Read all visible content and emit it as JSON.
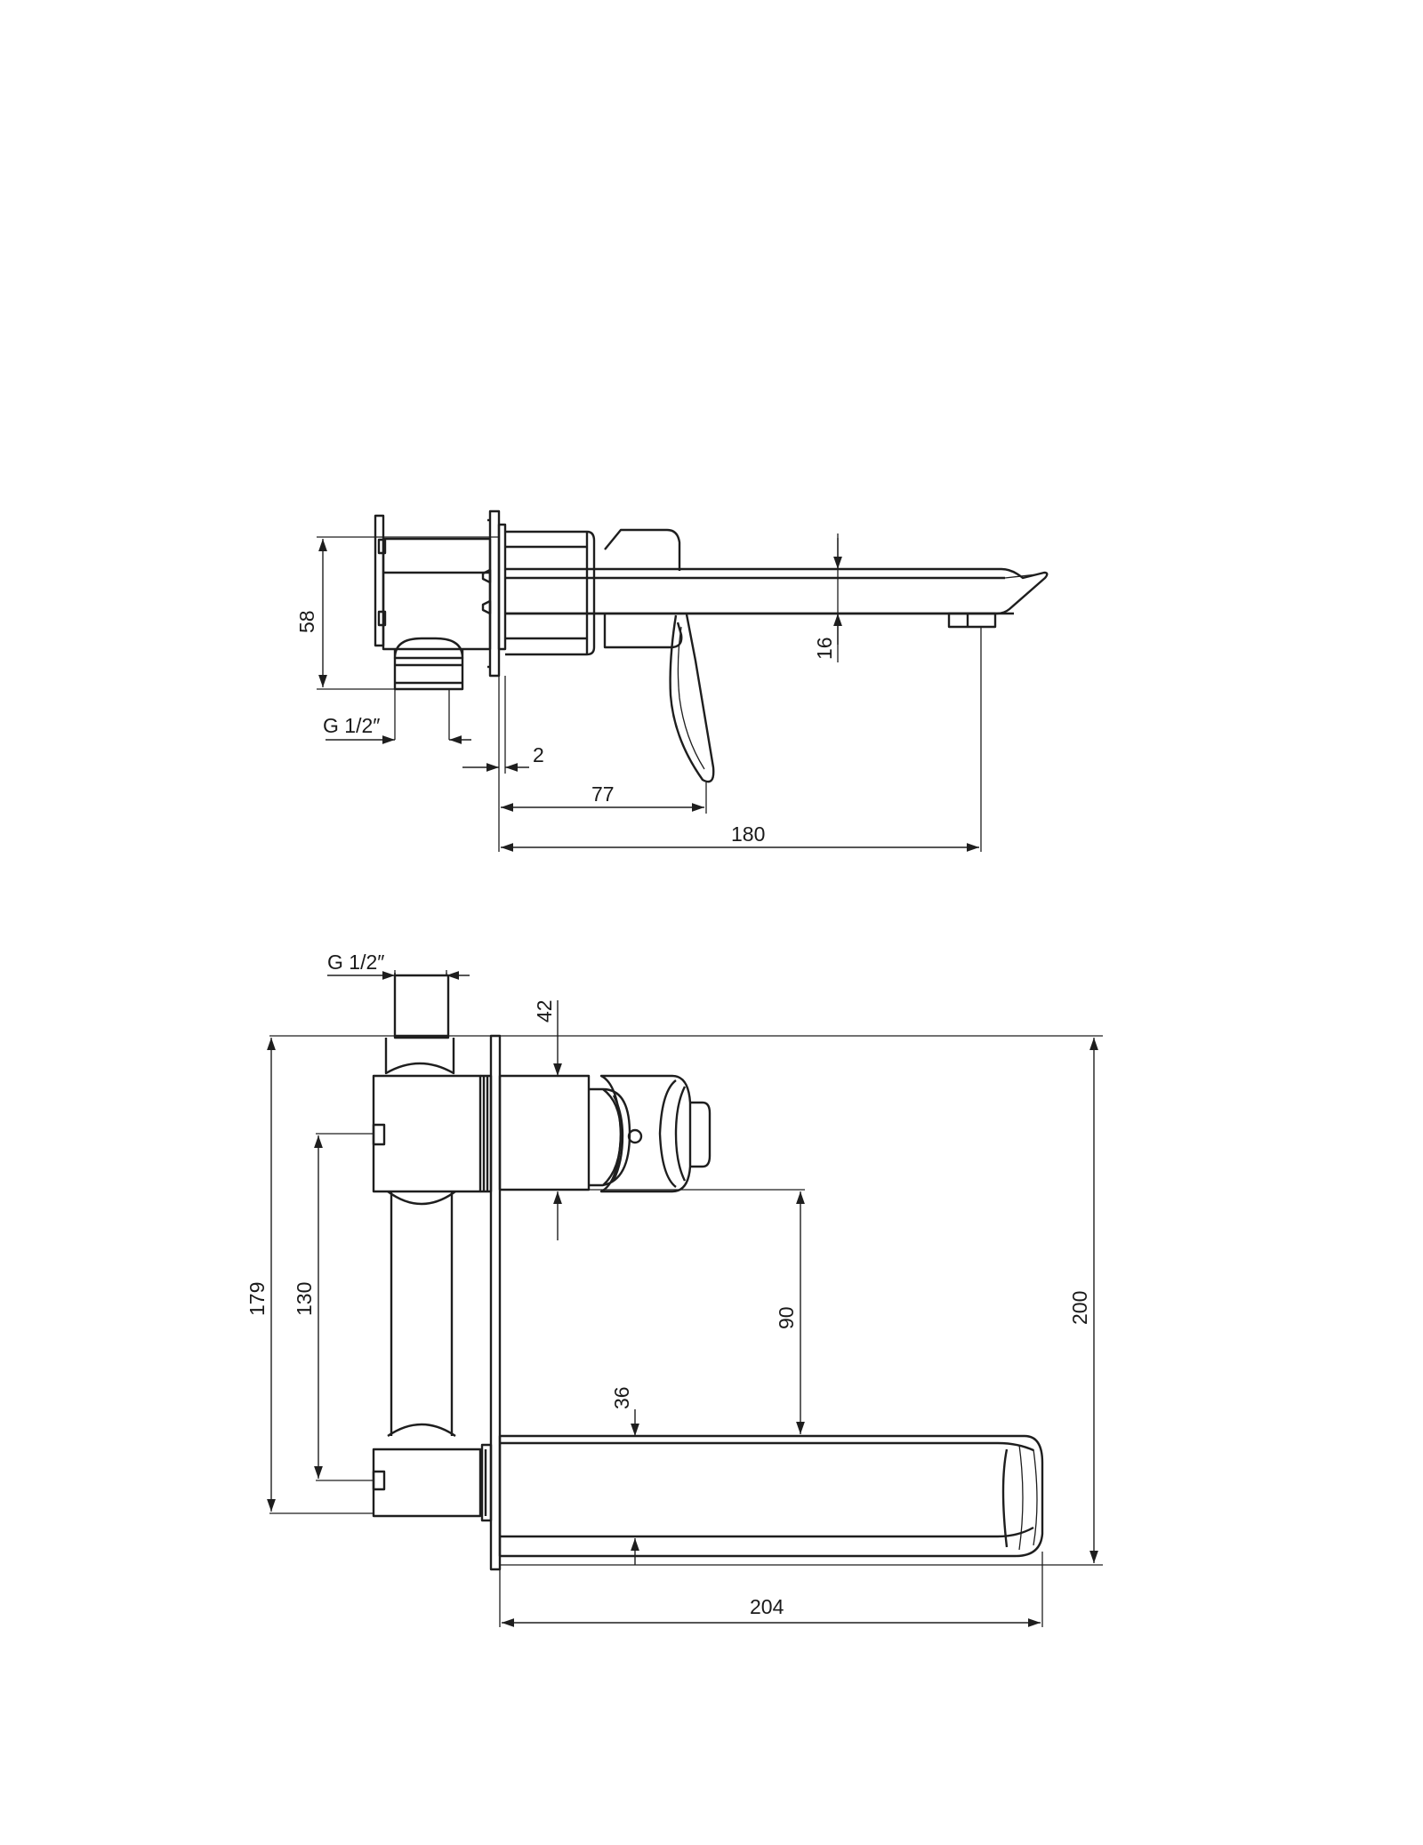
{
  "side_view": {
    "dim_height": "58",
    "dim_thread": "G 1/2″",
    "dim_plate": "2",
    "dim_lever": "77",
    "dim_length": "180",
    "dim_spout": "16"
  },
  "top_view": {
    "dim_thread": "G 1/2″",
    "dim_cartridge": "42",
    "dim_total_height": "179",
    "dim_inlet_spacing": "130",
    "dim_axis_to_spout": "90",
    "dim_spout_width": "36",
    "dim_overall": "200",
    "dim_projection": "204"
  }
}
